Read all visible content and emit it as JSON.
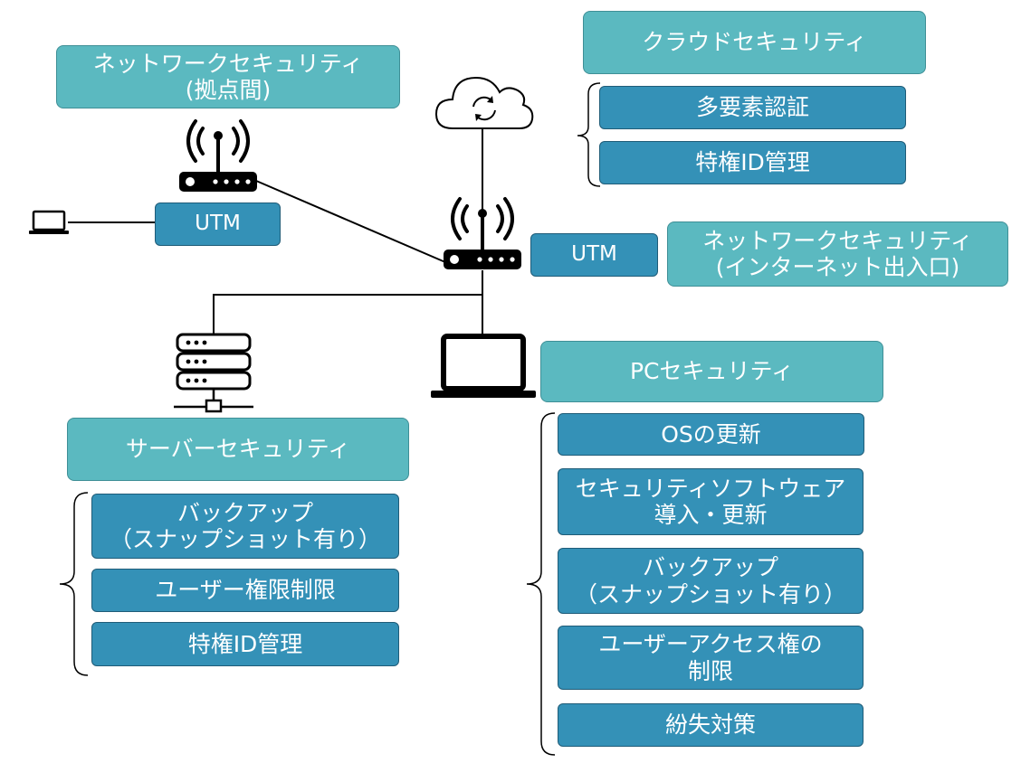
{
  "network_hub": {
    "title": "ネットワークセキュリティ\n(拠点間)",
    "utm": "UTM"
  },
  "network_internet": {
    "title": "ネットワークセキュリティ\n(インターネット出入口)",
    "utm": "UTM"
  },
  "cloud": {
    "title": "クラウドセキュリティ",
    "items": [
      "多要素認証",
      "特権ID管理"
    ]
  },
  "server": {
    "title": "サーバーセキュリティ",
    "items": [
      "バックアップ\n（スナップショット有り）",
      "ユーザー権限制限",
      "特権ID管理"
    ]
  },
  "pc": {
    "title": "PCセキュリティ",
    "items": [
      "OSの更新",
      "セキュリティソフトウェア\n導入・更新",
      "バックアップ\n（スナップショット有り）",
      "ユーザーアクセス権の\n制限",
      "紛失対策"
    ]
  },
  "colors": {
    "category_box": "#5bb9c0",
    "item_box": "#3491b7",
    "line": "#000000"
  },
  "icons": [
    "router-icon",
    "cloud-sync-icon",
    "laptop-icon",
    "server-icon"
  ]
}
